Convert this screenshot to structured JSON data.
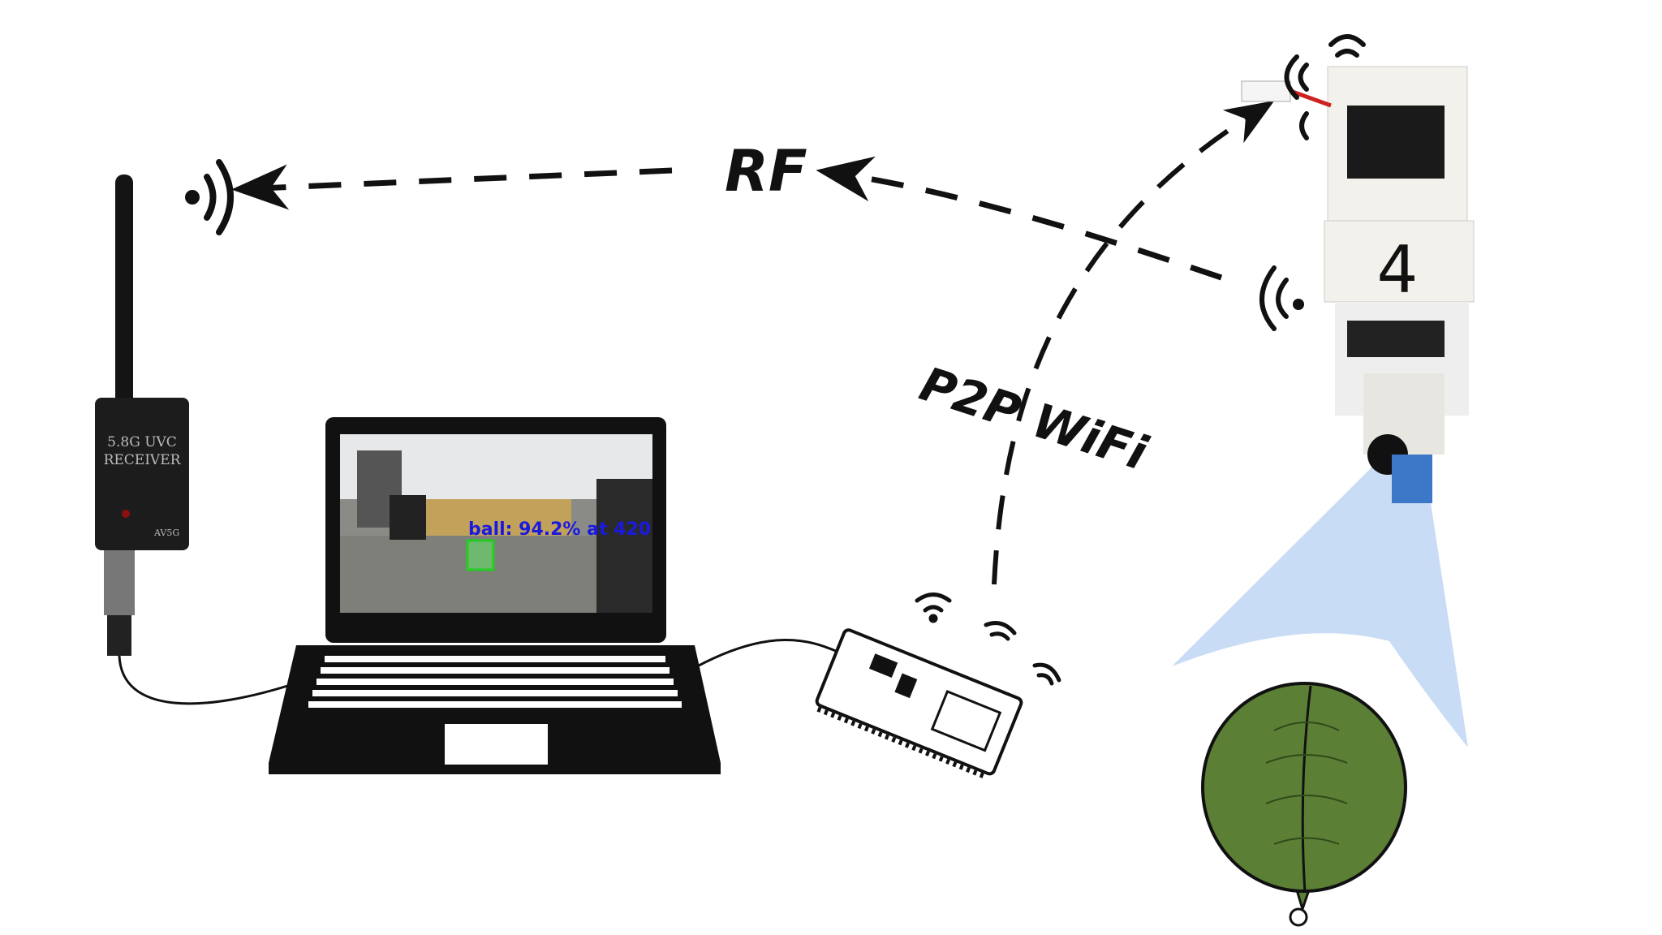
{
  "title": "Ball-detection communication diagram",
  "labels": {
    "rf": "RF",
    "p2p_wifi": "P2P WiFi"
  },
  "receiver": {
    "line1": "5.8G UVC",
    "line2": "RECEIVER",
    "model": "AV5G"
  },
  "laptop_screen": {
    "detection_label": "ball: 94.2% at 420"
  },
  "robot": {
    "number": "4"
  },
  "colors": {
    "camera_cone": "#c9dcf5",
    "balloon": "#5b7f35",
    "detection_box": "#22cc22",
    "detection_text": "#1a1adf"
  }
}
